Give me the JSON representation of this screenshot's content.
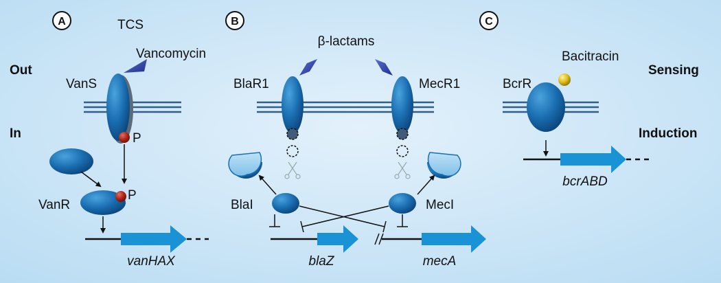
{
  "panels": {
    "a": {
      "badge": "A",
      "title": "TCS",
      "ligand": "Vancomycin",
      "sensor": "VanS",
      "phospho_top": "P",
      "regulator": "VanR",
      "phospho_bottom": "P",
      "gene": "vanHAX"
    },
    "b": {
      "badge": "B",
      "ligand": "β-lactams",
      "sensor_left": "BlaR1",
      "sensor_right": "MecR1",
      "repressor_left": "BlaI",
      "repressor_right": "MecI",
      "gene_left": "blaZ",
      "gene_right": "mecA"
    },
    "c": {
      "badge": "C",
      "ligand": "Bacitracin",
      "sensor": "BcrR",
      "gene": "bcrABD"
    }
  },
  "side_labels": {
    "out": "Out",
    "in": "In",
    "sensing": "Sensing",
    "induction": "Induction"
  }
}
